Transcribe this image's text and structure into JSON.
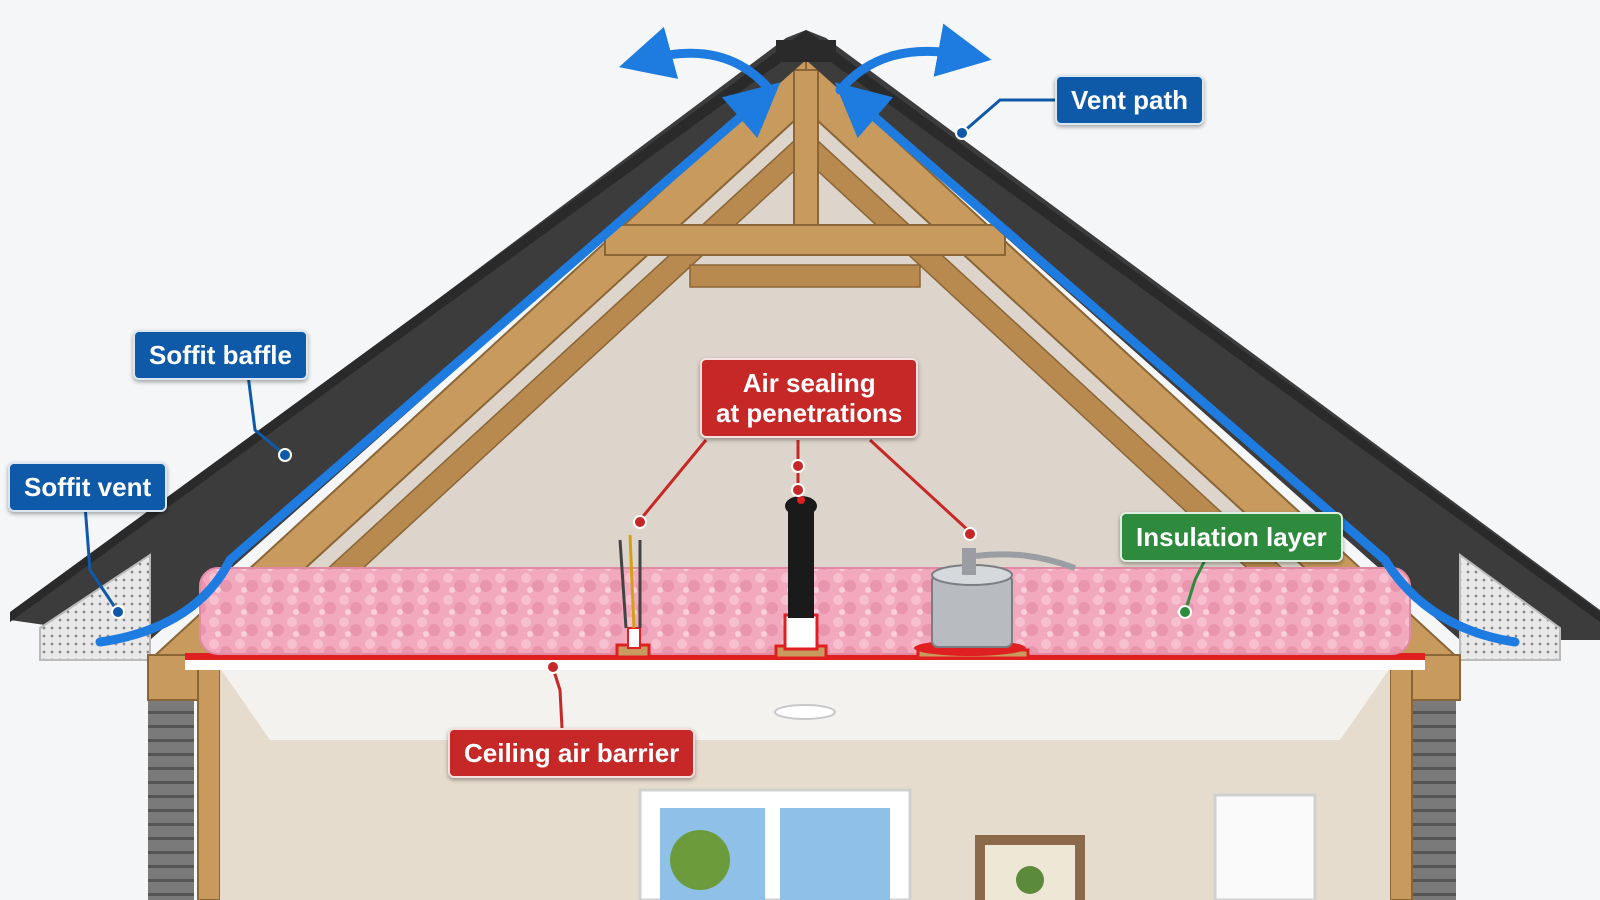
{
  "labels": {
    "vent_path": "Vent path",
    "soffit_baffle": "Soffit baffle",
    "soffit_vent": "Soffit vent",
    "air_sealing_line1": "Air sealing",
    "air_sealing_line2": "at penetrations",
    "insulation_layer": "Insulation layer",
    "ceiling_air_barrier": "Ceiling air barrier"
  },
  "colors": {
    "blue_label": "#0f5aa8",
    "red_label": "#c62828",
    "green_label": "#2e8b3e",
    "airflow_arrow": "#1e7be0",
    "insulation": "#f2a8bd",
    "air_barrier": "#e02020",
    "lumber": "#c89a5e",
    "roof_shingles": "#3c3c3c",
    "attic_wall": "#ddd5cb"
  },
  "icons": [
    "airflow-arrow-icon",
    "wire-penetration-icon",
    "vent-pipe-icon",
    "recessed-light-can-icon",
    "ceiling-light-icon",
    "window-icon",
    "picture-frame-icon",
    "door-icon"
  ]
}
